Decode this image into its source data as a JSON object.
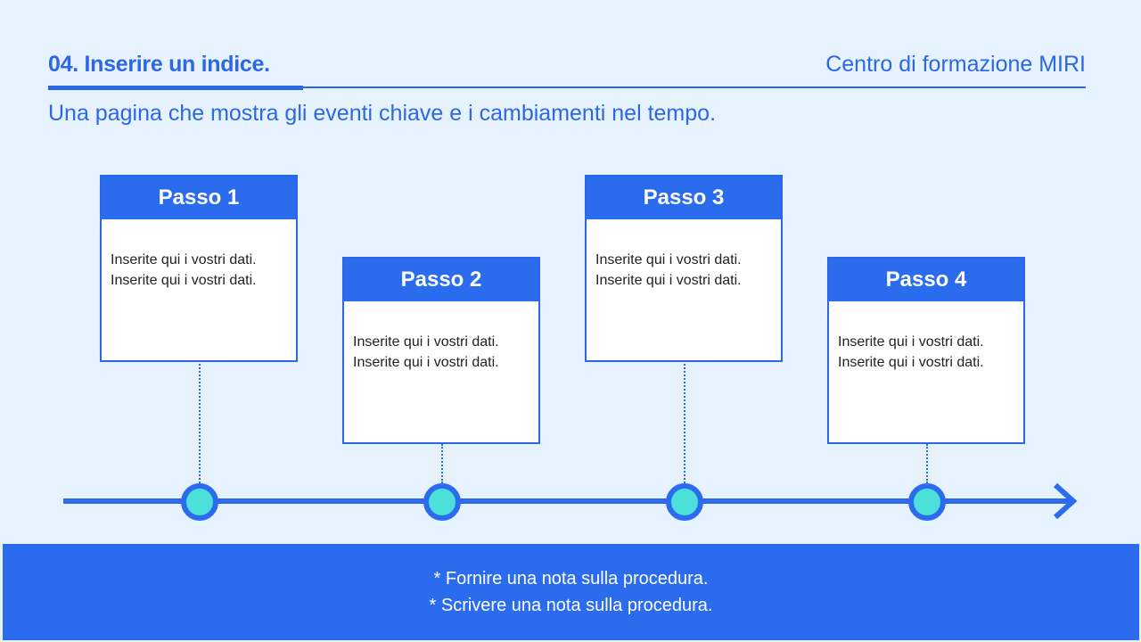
{
  "header": {
    "title": "04. Inserire un indice.",
    "brand": "Centro di formazione MIRI",
    "subtitle": "Una pagina che mostra gli eventi chiave e i cambiamenti nel tempo."
  },
  "steps": [
    {
      "label": "Passo 1",
      "lines": [
        "Inserite qui i vostri dati.",
        "Inserite qui i vostri dati."
      ]
    },
    {
      "label": "Passo 2",
      "lines": [
        "Inserite qui i vostri dati.",
        "Inserite qui i vostri dati."
      ]
    },
    {
      "label": "Passo 3",
      "lines": [
        "Inserite qui i vostri dati.",
        "Inserite qui i vostri dati."
      ]
    },
    {
      "label": "Passo 4",
      "lines": [
        "Inserite qui i vostri dati.",
        "Inserite qui i vostri dati."
      ]
    }
  ],
  "timeline": {
    "icon": "arrow-right-icon",
    "node_count": 4
  },
  "footer": {
    "notes": [
      "* Fornire una nota sulla procedura.",
      "* Scrivere una nota sulla procedura."
    ]
  },
  "colors": {
    "accent": "#2b6cee",
    "background": "#e6f3fe",
    "node_fill": "#4de0d9",
    "box_fill": "#ffffff",
    "body_text": "#222222"
  }
}
